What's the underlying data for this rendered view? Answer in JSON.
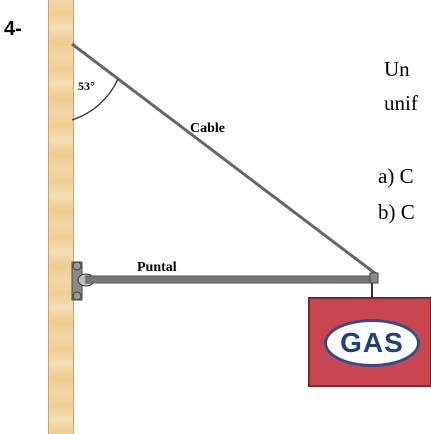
{
  "problem_number": "4-",
  "labels": {
    "angle": "53°",
    "cable": "Cable",
    "strut": "Puntal"
  },
  "sign_text": "GAS",
  "side_text": [
    "Un",
    "unif",
    "a) C",
    "b) C"
  ],
  "colors": {
    "wall": "#f3d7a6",
    "cable": "#666666",
    "strut": "#777777",
    "sign_red": "#c8464f",
    "sign_blue": "#1e3f86"
  }
}
